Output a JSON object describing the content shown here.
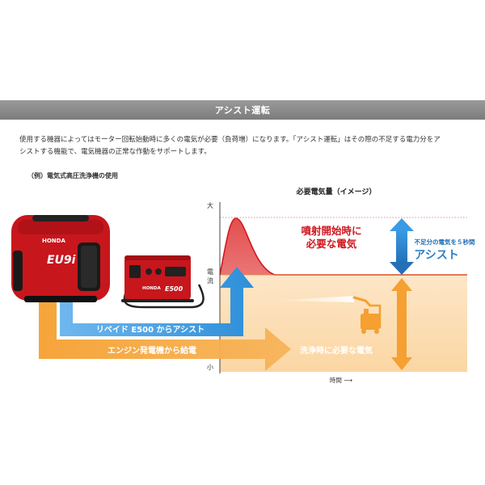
{
  "section": {
    "title": "アシスト運転"
  },
  "description": {
    "line1": "使用する機器によってはモーター回転始動時に多くの電気が必要（負荷増）になります。「アシスト運転」はその際の不足する電力分をア",
    "line2": "シストする機能で、電気機器の正常な作動をサポートします。"
  },
  "example": {
    "label": "（例）電気式高圧洗浄機の使用"
  },
  "diagram": {
    "chart_title": "必要電気量（イメージ）",
    "y_labels": {
      "high": "大",
      "current_line1": "電",
      "current_line2": "流",
      "low": "小"
    },
    "x_label": "時間 ⟶",
    "peak_note_line1": "噴射開始時に",
    "peak_note_line2": "必要な電気",
    "assist_note_small": "不足分の電気を５秒間",
    "assist_note_large": "アシスト",
    "wash_note": "洗浄時に必要な電気",
    "assist_arrow_label": "リベイド E500 からアシスト",
    "engine_arrow_label": "エンジン発電機から給電",
    "generator": {
      "brand": "HONDA",
      "model": "EU9i"
    },
    "battery": {
      "brand": "HONDA",
      "model": "E500"
    },
    "colors": {
      "red": "#d0181f",
      "orange": "#f5a030",
      "blue": "#2d8fd9",
      "assist_blue": "#2a7fc8",
      "fill_orange": "#fde3bf",
      "fill_red": "#ef8b8b",
      "generator_red": "#c8161d"
    }
  }
}
